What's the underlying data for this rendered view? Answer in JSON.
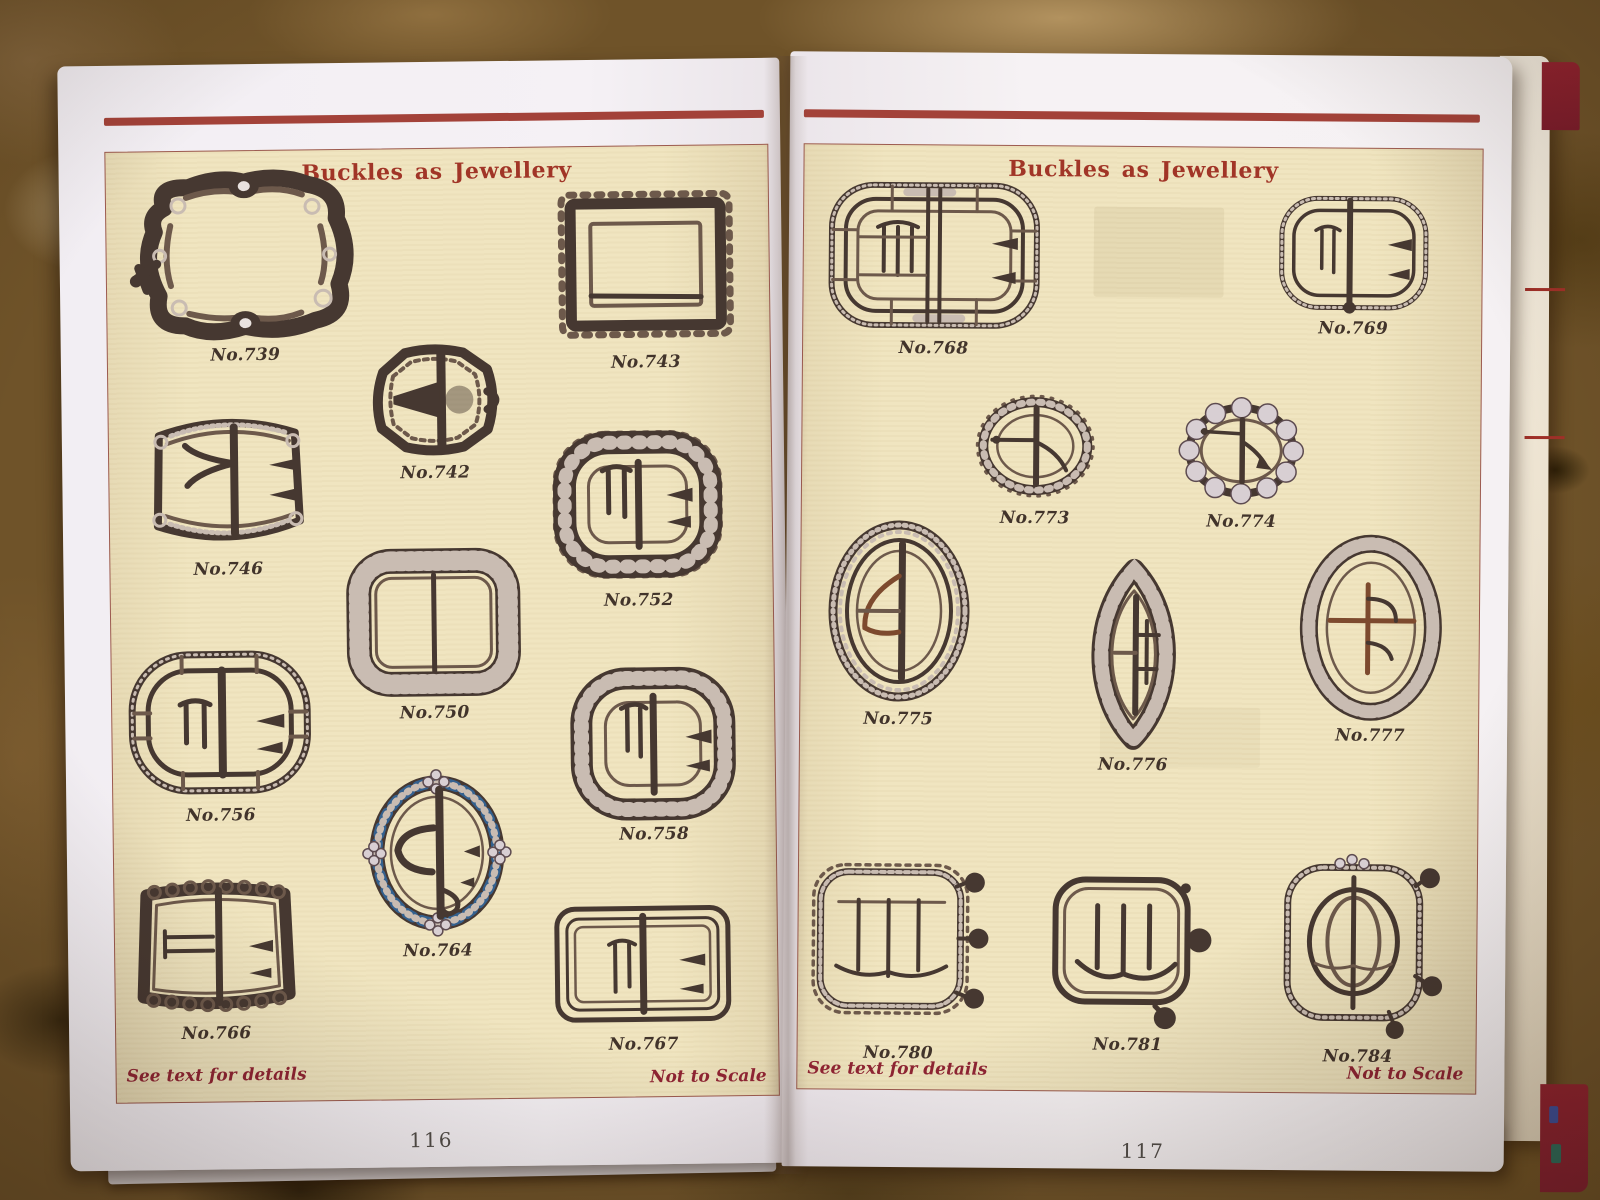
{
  "book": {
    "left_page": {
      "title": "Buckles as Jewellery",
      "figures": [
        {
          "label": "No.739"
        },
        {
          "label": "No.743"
        },
        {
          "label": "No.742"
        },
        {
          "label": "No.746"
        },
        {
          "label": "No.752"
        },
        {
          "label": "No.750"
        },
        {
          "label": "No.756"
        },
        {
          "label": "No.758"
        },
        {
          "label": "No.764"
        },
        {
          "label": "No.766"
        },
        {
          "label": "No.767"
        }
      ],
      "footer_left": "See text for details",
      "footer_right": "Not to Scale",
      "page_number": "116"
    },
    "right_page": {
      "title": "Buckles as Jewellery",
      "figures": [
        {
          "label": "No.768"
        },
        {
          "label": "No.769"
        },
        {
          "label": "No.773"
        },
        {
          "label": "No.774"
        },
        {
          "label": "No.775"
        },
        {
          "label": "No.776"
        },
        {
          "label": "No.777"
        },
        {
          "label": "No.780"
        },
        {
          "label": "No.781"
        },
        {
          "label": "No.784"
        }
      ],
      "footer_left": "See text for details",
      "footer_right": "Not to Scale",
      "page_number": "117"
    },
    "colors": {
      "title_red": "#a13527",
      "rule_red": "#a34239",
      "plate_cream": "#f0e5c0",
      "label_ink": "#42342b",
      "footer_red": "#8f2433",
      "gem_blue": "#33608e"
    }
  }
}
